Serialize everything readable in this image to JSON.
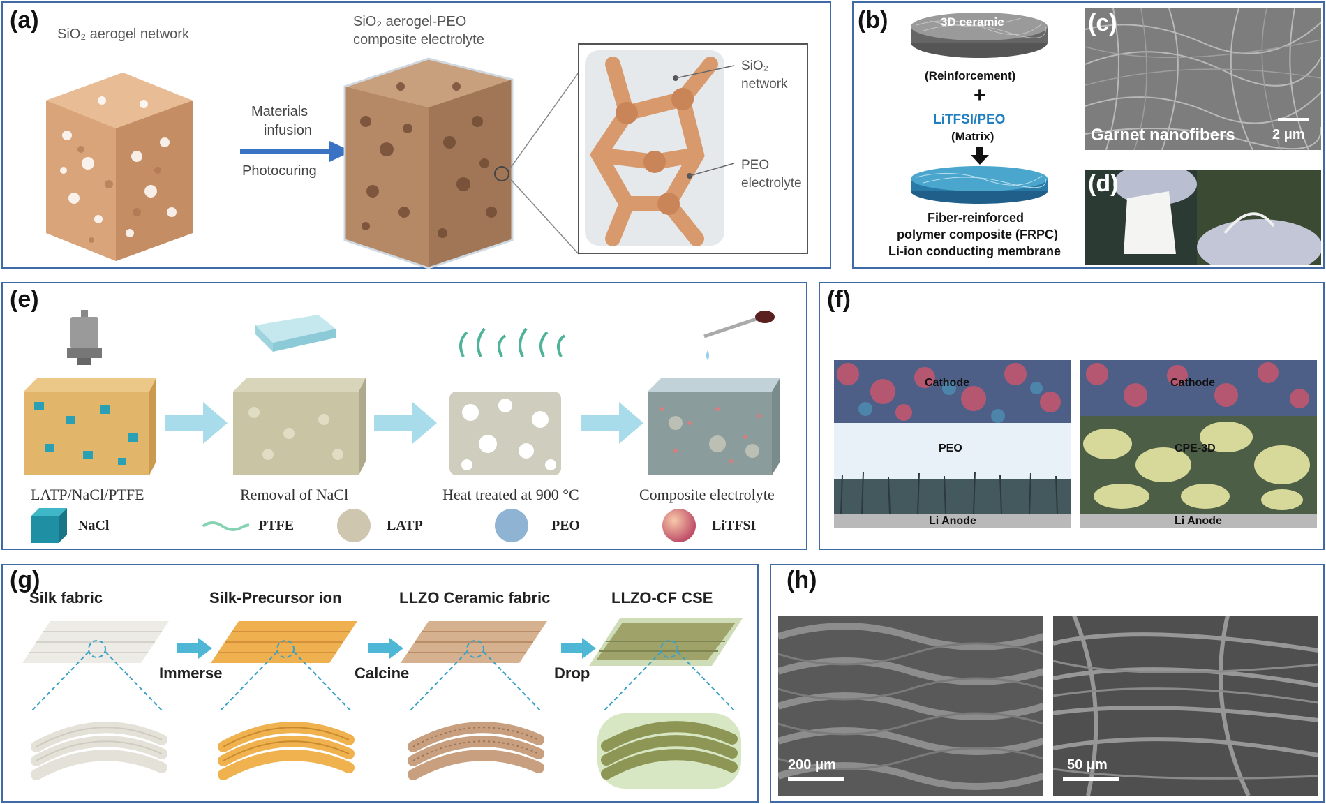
{
  "colors": {
    "frame": "#3f6aa6",
    "arrow": "#3a72c4",
    "light_arrow": "#6fc3df",
    "aerogel": "#d9a47a",
    "text_blue": "#1f7fc0"
  },
  "panel_a": {
    "label": "(a)",
    "aerogel_title": "SiO₂ aerogel network",
    "composite_title_1": "SiO₂ aerogel-PEO",
    "composite_title_2": "composite electrolyte",
    "arrow_top_1": "Materials",
    "arrow_top_2": "infusion",
    "arrow_bottom": "Photocuring",
    "inset_sio2_1": "SiO₂",
    "inset_sio2_2": "network",
    "inset_peo_1": "PEO",
    "inset_peo_2": "electrolyte"
  },
  "panel_b": {
    "label": "(b)",
    "disc_top": "3D ceramic",
    "reinforcement": "(Reinforcement)",
    "plus": "+",
    "matrix_name": "LiTFSI/PEO",
    "matrix": "(Matrix)",
    "result_1": "Fiber-reinforced",
    "result_2": "polymer composite (FRPC)",
    "result_3": "Li-ion conducting membrane"
  },
  "panel_c": {
    "label": "(c)",
    "caption": "Garnet nanofibers",
    "scale": "2 μm"
  },
  "panel_d": {
    "label": "(d)"
  },
  "panel_e": {
    "label": "(e)",
    "step1": "LATP/NaCl/PTFE",
    "step2": "Removal of NaCl",
    "step3": "Heat treated at 900 °C",
    "step4": "Composite electrolyte",
    "legend": [
      "NaCl",
      "PTFE",
      "LATP",
      "PEO",
      "LiTFSI"
    ]
  },
  "panel_f": {
    "label": "(f)",
    "left_cathode": "Cathode",
    "left_middle": "PEO",
    "left_anode": "Li Anode",
    "right_cathode": "Cathode",
    "right_middle": "CPE-3D",
    "right_anode": "Li Anode"
  },
  "panel_g": {
    "label": "(g)",
    "title1": "Silk fabric",
    "title2": "Silk-Precursor ion",
    "title3": "LLZO Ceramic fabric",
    "title4": "LLZO-CF CSE",
    "arrow1": "Immerse",
    "arrow2": "Calcine",
    "arrow3": "Drop"
  },
  "panel_h": {
    "label": "(h)",
    "scale_left": "200 μm",
    "scale_right": "50 μm"
  }
}
